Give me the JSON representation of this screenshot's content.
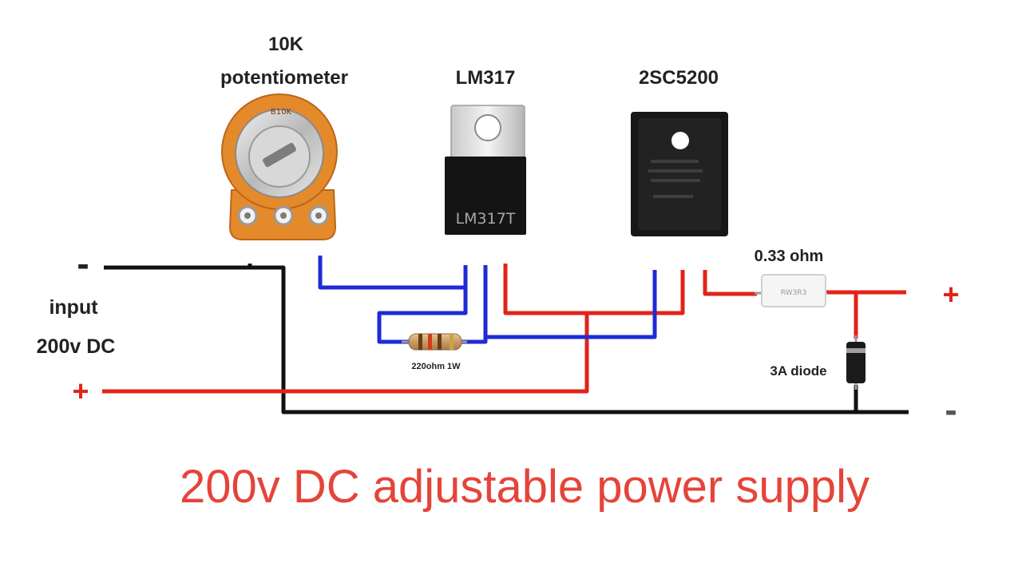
{
  "labels": {
    "pot_line1": "10K",
    "pot_line2": "potentiometer",
    "pot_marking": "B10K",
    "regulator": "LM317",
    "regulator_marking": "LM317T",
    "transistor": "2SC5200",
    "shunt_resistor": "0.33 ohm",
    "shunt_marking": "RW3R3",
    "input_line1": "input",
    "input_line2": "200v DC",
    "resistor": "220ohm 1W",
    "diode": "3A diode",
    "input_minus": "-",
    "input_plus": "+",
    "output_plus": "+",
    "output_minus": "-"
  },
  "title": "200v DC adjustable power supply",
  "colors": {
    "positive_wire": "#e2231a",
    "negative_wire": "#111111",
    "control_wire": "#1f2bd6",
    "title": "#e5443a",
    "pot_body": "#e58a2a"
  }
}
